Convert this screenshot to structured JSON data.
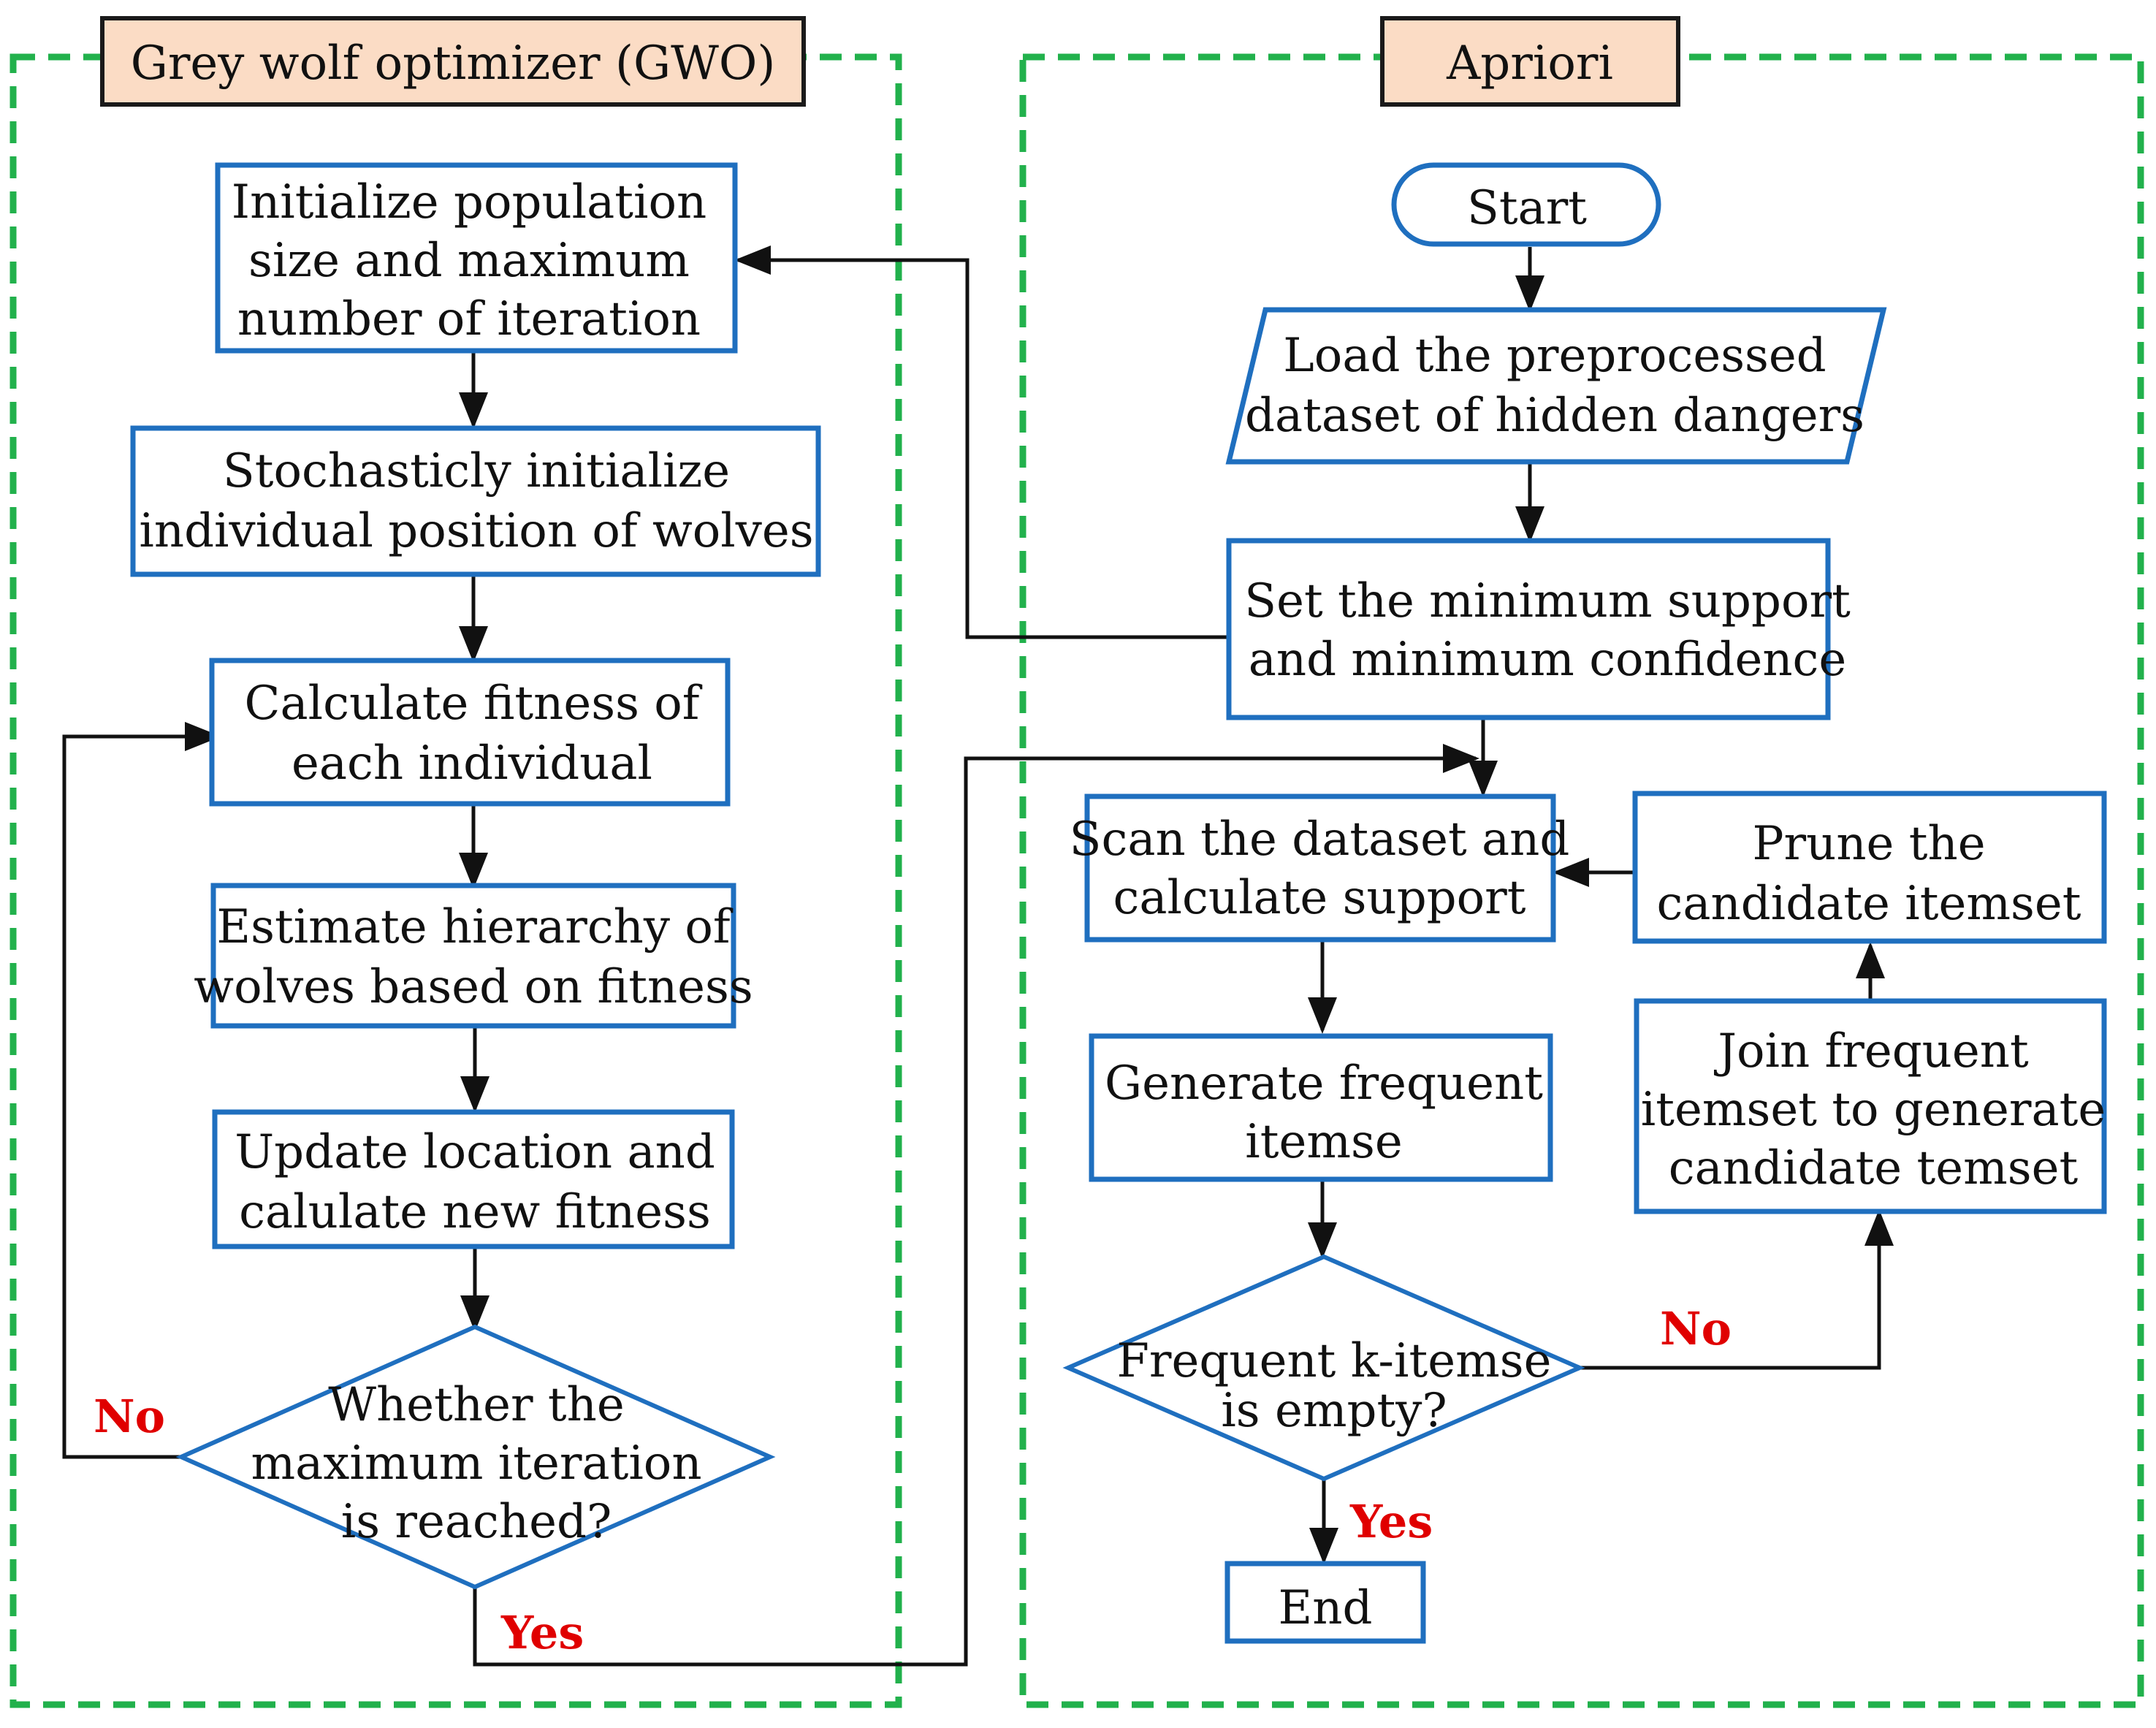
{
  "colors": {
    "box_border": "#1f6fbf",
    "group_dash": "#22b14c",
    "title_fill": "#fbdcc5",
    "branch_label": "#e00000",
    "connector": "#111111"
  },
  "gwo": {
    "title": "Grey wolf optimizer (GWO)",
    "init": [
      "Initialize population",
      "size and maximum",
      "number of iteration"
    ],
    "stochastic": [
      "Stochasticly initialize",
      "individual position of wolves"
    ],
    "fitness": [
      "Calculate fitness of",
      "each individual"
    ],
    "hierarchy": [
      "Estimate hierarchy of",
      "wolves based on fitness"
    ],
    "update": [
      "Update location and",
      "calulate new fitness"
    ],
    "decision": [
      "Whether the",
      "maximum iteration",
      "is reached?"
    ],
    "no_label": "No",
    "yes_label": "Yes"
  },
  "apriori": {
    "title": "Apriori",
    "start": "Start",
    "load": [
      "Load the preprocessed",
      "dataset of hidden dangers"
    ],
    "set_min": [
      "Set the minimum support",
      "and minimum confidence"
    ],
    "scan": [
      "Scan the dataset and",
      "calculate support"
    ],
    "prune": [
      "Prune the",
      "candidate  itemset"
    ],
    "generate": [
      "Generate frequent",
      "itemse"
    ],
    "join": [
      "Join frequent",
      "itemset to generate",
      "candidate temset"
    ],
    "decision": [
      "Frequent  k-itemse",
      "is empty?"
    ],
    "no_label": "No",
    "yes_label": "Yes",
    "end": "End"
  }
}
